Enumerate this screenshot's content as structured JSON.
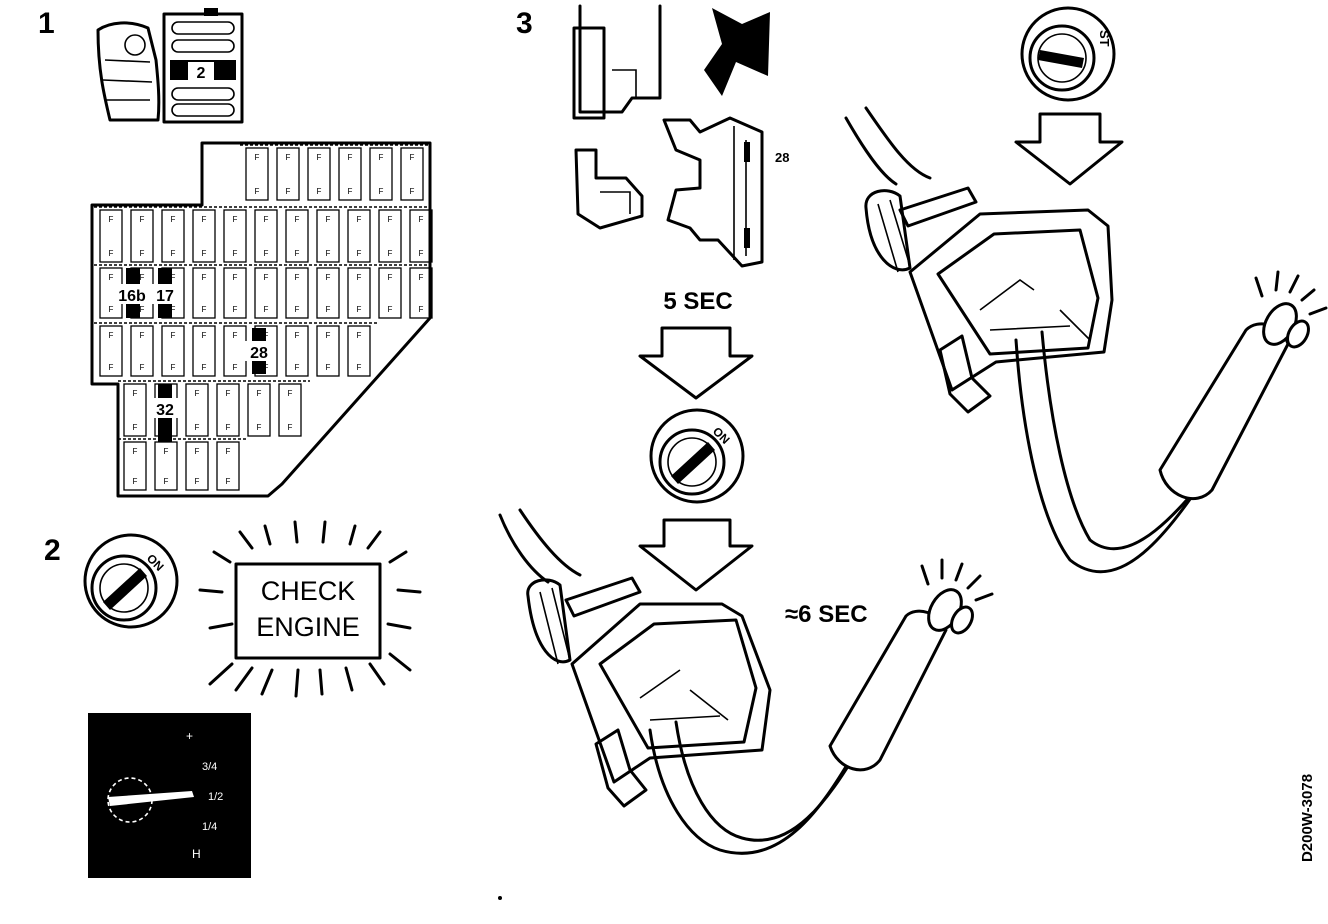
{
  "steps": {
    "step1": "1",
    "step2": "2",
    "step3": "3"
  },
  "fuse_box": {
    "fuse_label_2": "2",
    "fuse_label_16b": "16b",
    "fuse_label_17": "17",
    "fuse_label_28": "28",
    "fuse_label_32": "32",
    "cell_glyph": "F"
  },
  "ignition": {
    "on_label": "ON",
    "st_label": "ST"
  },
  "warning_lamp": {
    "line1": "CHECK",
    "line2": "ENGINE"
  },
  "gauge": {
    "mark_top": "+",
    "mark_upper": "3/4",
    "mark_mid": "1/2",
    "mark_lower": "1/4",
    "mark_bottom": "H"
  },
  "fuse_detail": {
    "fuse_number": "28"
  },
  "timing": {
    "first_wait": "5 SEC",
    "second_wait": "≈6 SEC"
  },
  "figure_id": "D200W-3078"
}
